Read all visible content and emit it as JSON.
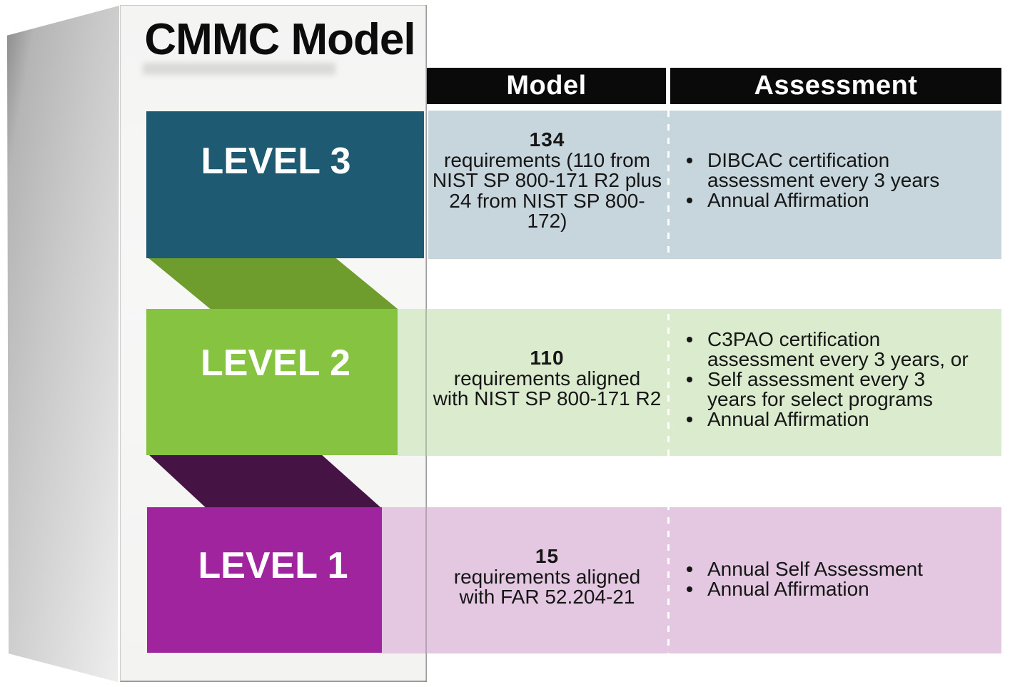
{
  "title": "CMMC Model",
  "table": {
    "header_bg": "#0a0a0a",
    "divider_color": "#ffffff",
    "columns": [
      {
        "label": "Model"
      },
      {
        "label": "Assessment"
      }
    ]
  },
  "levels": [
    {
      "name": "LEVEL 3",
      "banner_color": "#1e5a72",
      "row_color": "#c7d5dc",
      "connector_below_color": "#6f9d2d",
      "model": {
        "value": "134",
        "lines": [
          "requirements (110 from",
          "NIST SP 800-171 R2 plus",
          "24 from NIST SP 800-",
          "172)"
        ]
      },
      "assessment": [
        {
          "lines": [
            "DIBCAC certification",
            "assessment every 3 years"
          ]
        },
        {
          "lines": [
            "Annual Affirmation"
          ]
        }
      ]
    },
    {
      "name": "LEVEL 2",
      "banner_color": "#85c340",
      "row_color": "#daeccd",
      "connector_below_color": "#461345",
      "model": {
        "value": "110",
        "lines": [
          "requirements aligned",
          "with NIST SP 800-171 R2"
        ]
      },
      "assessment": [
        {
          "lines": [
            "C3PAO certification",
            "assessment every 3 years, or"
          ]
        },
        {
          "lines": [
            "Self assessment every 3",
            "years for select programs"
          ]
        },
        {
          "lines": [
            "Annual Affirmation"
          ]
        }
      ]
    },
    {
      "name": "LEVEL 1",
      "banner_color": "#a0249e",
      "row_color": "#e4c8e1",
      "model": {
        "value": "15",
        "lines": [
          "requirements aligned",
          "with FAR 52.204-21"
        ]
      },
      "assessment": [
        {
          "lines": [
            "Annual Self Assessment"
          ]
        },
        {
          "lines": [
            "Annual Affirmation"
          ]
        }
      ]
    }
  ]
}
